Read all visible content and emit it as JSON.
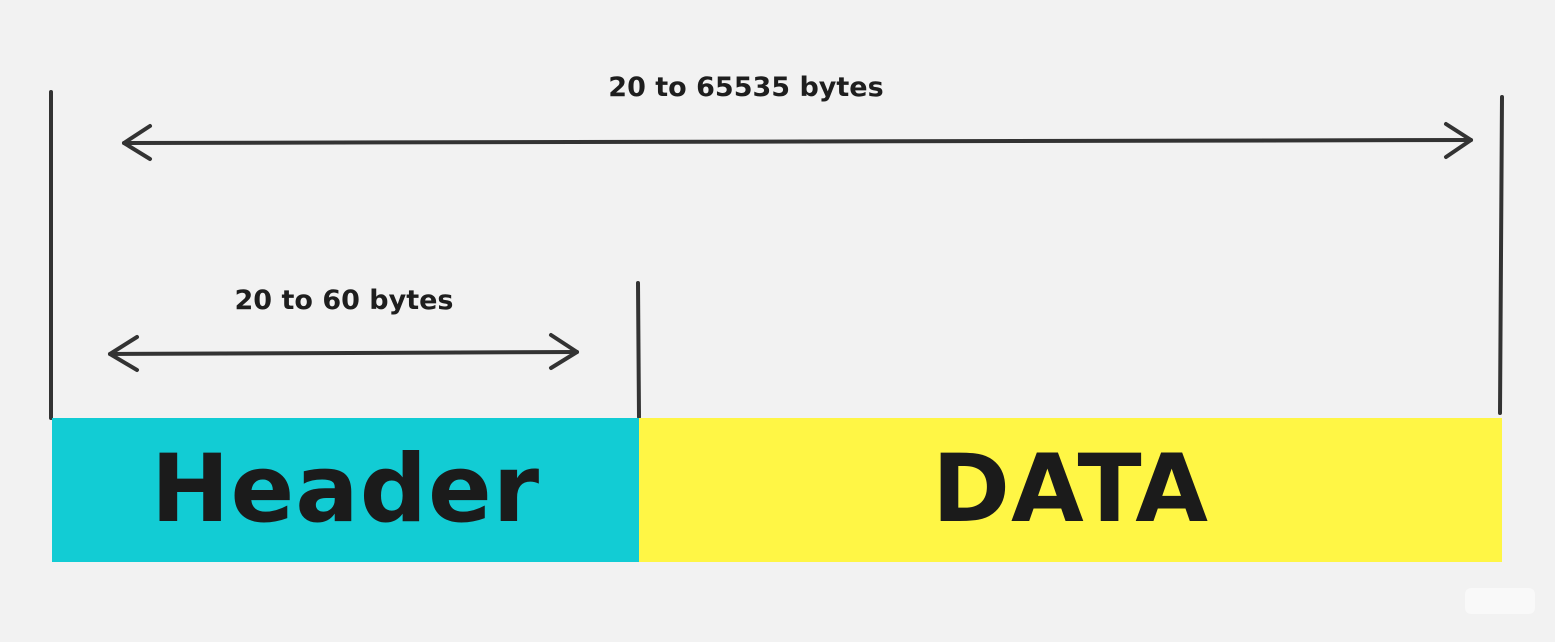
{
  "diagram": {
    "total_span_label": "20 to 65535 bytes",
    "header_span_label": "20 to 60 bytes",
    "segments": [
      {
        "label": "Header",
        "color": "#12ccd4"
      },
      {
        "label": "DATA",
        "color": "#fff645"
      }
    ],
    "line_color": "#333333",
    "text_color": "#1b1b1b",
    "background_color": "#f2f2f2"
  }
}
